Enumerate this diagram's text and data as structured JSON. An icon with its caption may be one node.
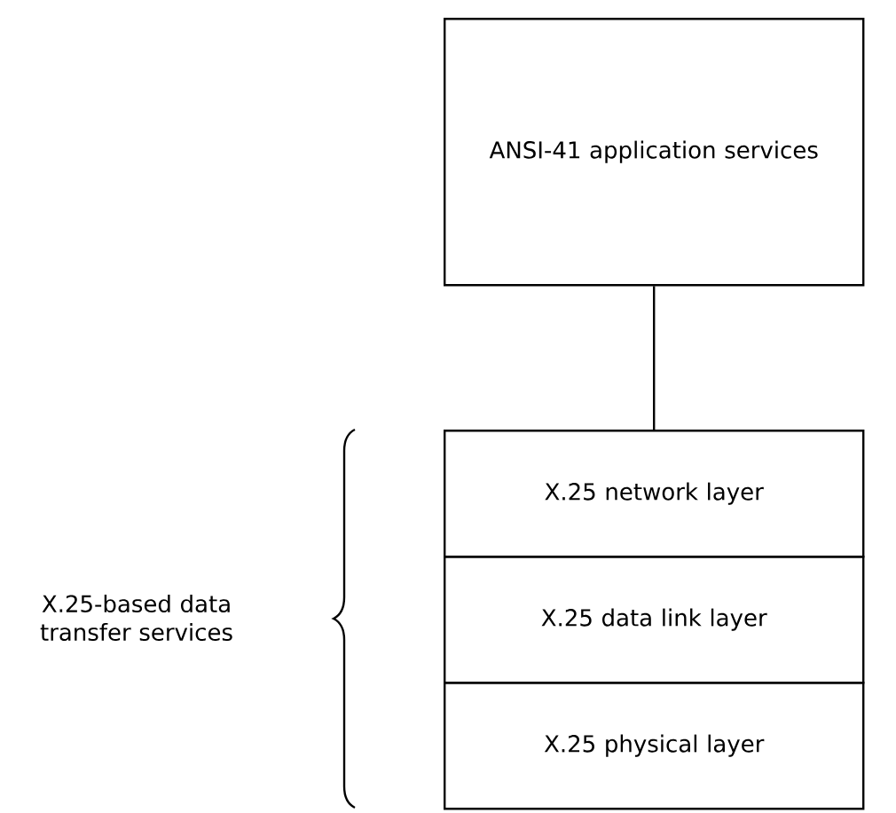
{
  "diagram": {
    "nodes": [
      {
        "text": [
          "ANSI-41 application services"
        ]
      },
      {
        "text": [
          "X.25 network layer"
        ]
      },
      {
        "text": [
          "X.25 data link layer"
        ]
      },
      {
        "text": [
          "X.25 physical layer"
        ]
      }
    ],
    "edges": [
      {
        "from": 0,
        "to": 1,
        "arrow": "none"
      }
    ],
    "labels": [
      "X.25-based data transfer services"
    ]
  }
}
